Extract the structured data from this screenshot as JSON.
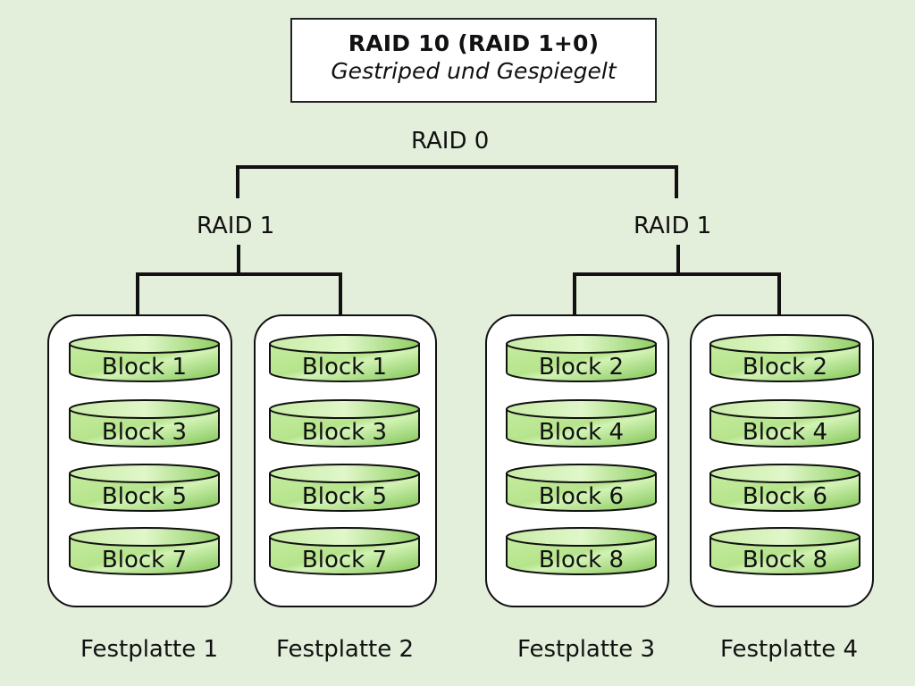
{
  "title": {
    "main": "RAID 10 (RAID 1+0)",
    "subtitle": "Gestriped und Gespiegelt"
  },
  "levels": {
    "top": "RAID 0",
    "left_mirror": "RAID 1",
    "right_mirror": "RAID 1"
  },
  "disks": [
    {
      "label": "Festplatte 1",
      "blocks": [
        "Block 1",
        "Block 3",
        "Block 5",
        "Block 7"
      ]
    },
    {
      "label": "Festplatte 2",
      "blocks": [
        "Block 1",
        "Block 3",
        "Block 5",
        "Block 7"
      ]
    },
    {
      "label": "Festplatte 3",
      "blocks": [
        "Block 2",
        "Block 4",
        "Block 6",
        "Block 8"
      ]
    },
    {
      "label": "Festplatte 4",
      "blocks": [
        "Block 2",
        "Block 4",
        "Block 6",
        "Block 8"
      ]
    }
  ],
  "colors": {
    "background": "#e3eedb",
    "block_fill_light": "#d6f2b8",
    "block_fill_dark": "#8ccf5f",
    "line": "#111111"
  }
}
